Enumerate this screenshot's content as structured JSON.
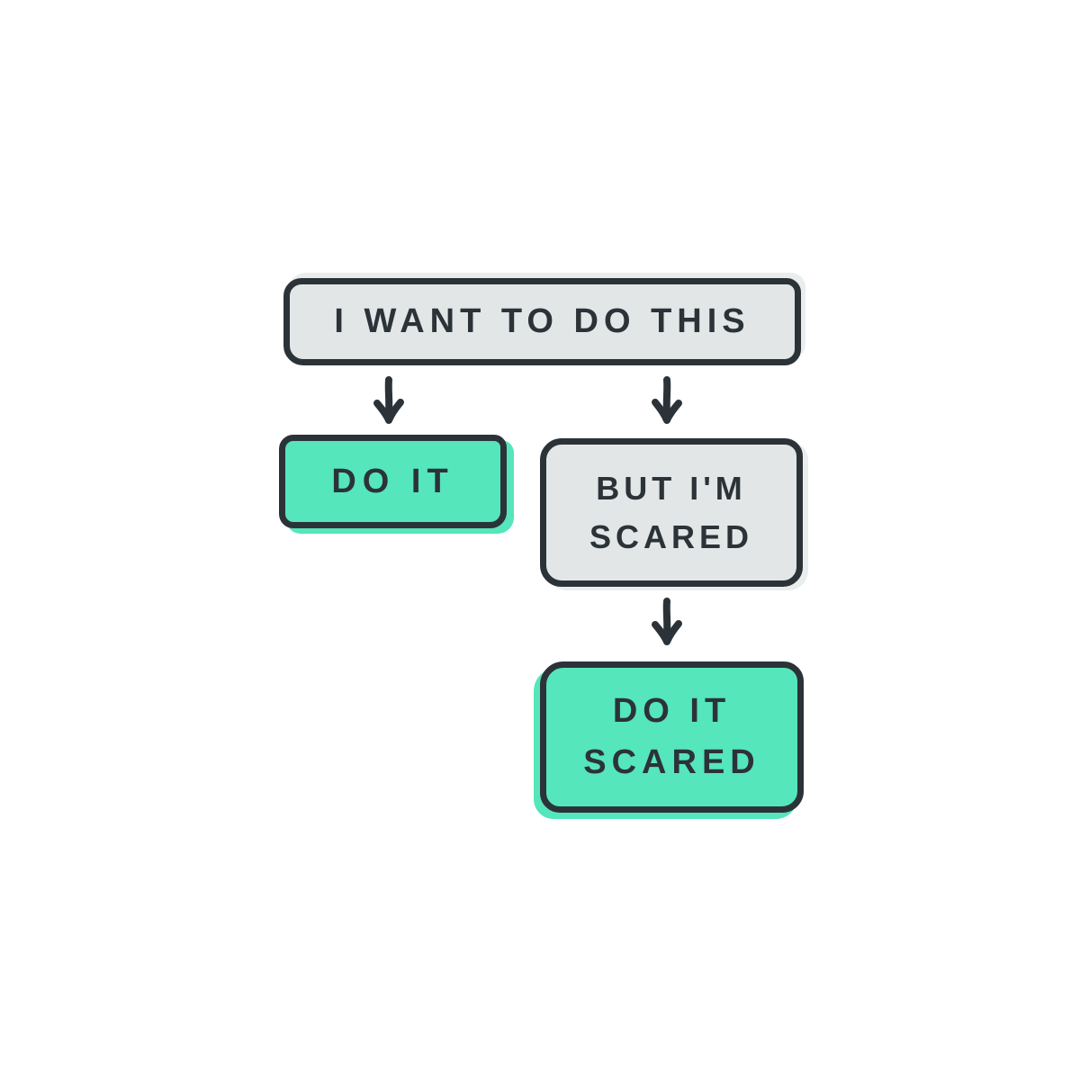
{
  "colors": {
    "background": "#ffffff",
    "stroke": "#2c3338",
    "box_gray_fill": "#e2e6e7",
    "box_green_fill": "#55e6bb",
    "gray_shadow": "#e9edee"
  },
  "flowchart": {
    "title": "I WANT TO DO THIS",
    "root": {
      "label": "I WANT TO DO THIS"
    },
    "left_branch": {
      "label": "DO IT"
    },
    "right_branch": {
      "line1": "BUT I'M",
      "line2": "SCARED"
    },
    "outcome": {
      "line1": "DO IT",
      "line2": "SCARED"
    }
  },
  "icons": {
    "down_arrow": "↓",
    "down_arrow_count": 3
  }
}
